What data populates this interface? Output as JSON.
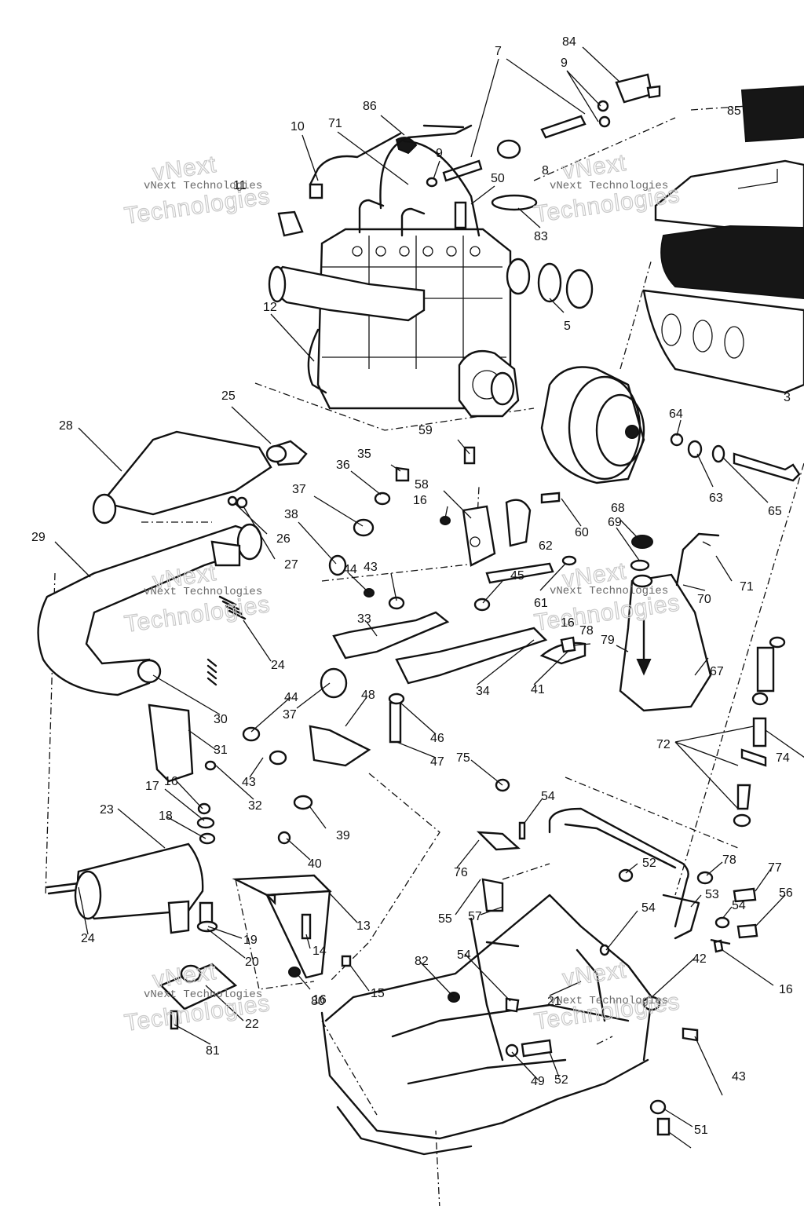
{
  "watermark": {
    "line1": "vNext",
    "line2": "Technologies",
    "caption": "vNext Technologies"
  },
  "callouts": [
    "84",
    "7",
    "9",
    "85",
    "86",
    "10",
    "71",
    "9",
    "50",
    "8",
    "11",
    "83",
    "5",
    "12",
    "3",
    "28",
    "25",
    "59",
    "64",
    "35",
    "36",
    "58",
    "16",
    "37",
    "38",
    "26",
    "27",
    "29",
    "63",
    "65",
    "68",
    "60",
    "69",
    "71",
    "62",
    "44",
    "43",
    "45",
    "61",
    "70",
    "16",
    "78",
    "79",
    "33",
    "24",
    "41",
    "67",
    "34",
    "44",
    "37",
    "48",
    "30",
    "46",
    "31",
    "72",
    "74",
    "47",
    "43",
    "32",
    "75",
    "16",
    "39",
    "17",
    "54",
    "18",
    "40",
    "23",
    "76",
    "52",
    "78",
    "77",
    "56",
    "53",
    "55",
    "54",
    "57",
    "54",
    "13",
    "19",
    "24",
    "14",
    "42",
    "20",
    "15",
    "16",
    "82",
    "54",
    "16",
    "80",
    "21",
    "22",
    "81",
    "43",
    "49",
    "52",
    "51"
  ]
}
